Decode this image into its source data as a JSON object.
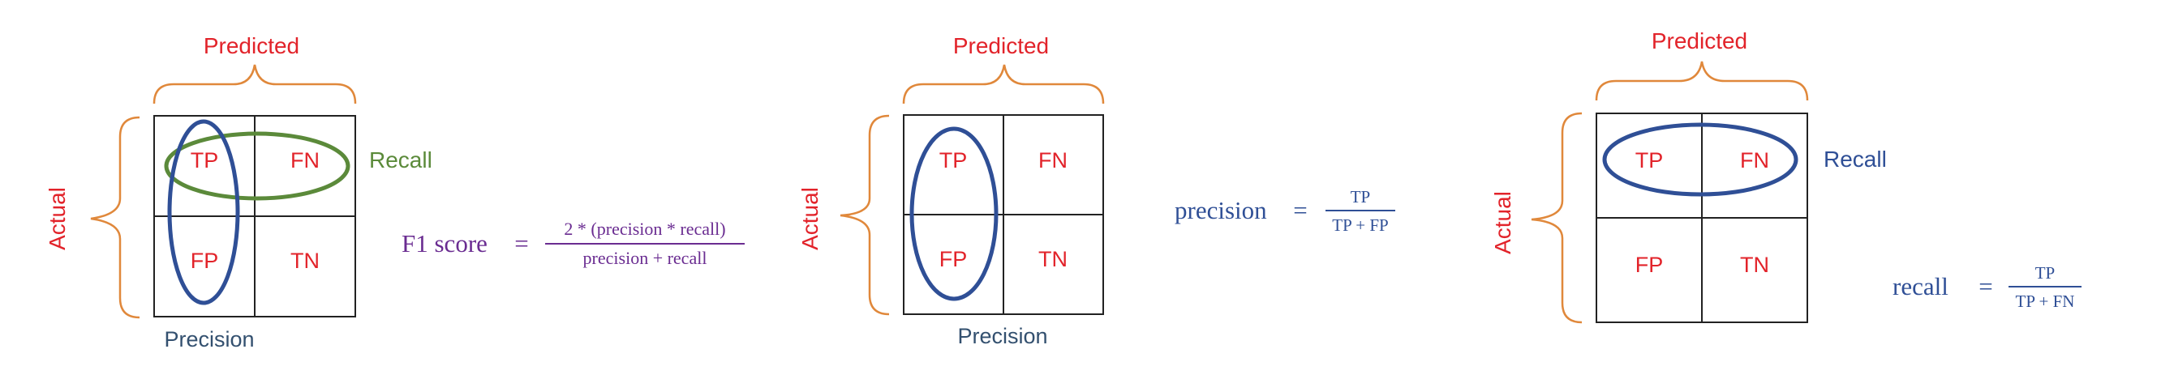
{
  "colors": {
    "red": "#e2232a",
    "orange": "#e0883b",
    "green": "#5b8a3a",
    "blue": "#2f4f96",
    "purple": "#6a2c91",
    "navy": "#33506f",
    "grid": "#222222"
  },
  "cells": {
    "tp": "TP",
    "fn": "FN",
    "fp": "FP",
    "tn": "TN"
  },
  "matrix1": {
    "predicted": "Predicted",
    "actual": "Actual",
    "recall": "Recall",
    "precision": "Precision"
  },
  "matrix2": {
    "predicted": "Predicted",
    "actual": "Actual",
    "precision": "Precision"
  },
  "matrix3": {
    "predicted": "Predicted",
    "actual": "Actual",
    "recall": "Recall"
  },
  "formulas": {
    "f1": {
      "lhs": "F1 score",
      "eq": "=",
      "num": "2 * (precision * recall)",
      "den": "precision + recall"
    },
    "precision": {
      "lhs": "precision",
      "eq": "=",
      "num": "TP",
      "den": "TP + FP"
    },
    "recall": {
      "lhs": "recall",
      "eq": "=",
      "num": "TP",
      "den": "TP + FN"
    }
  }
}
